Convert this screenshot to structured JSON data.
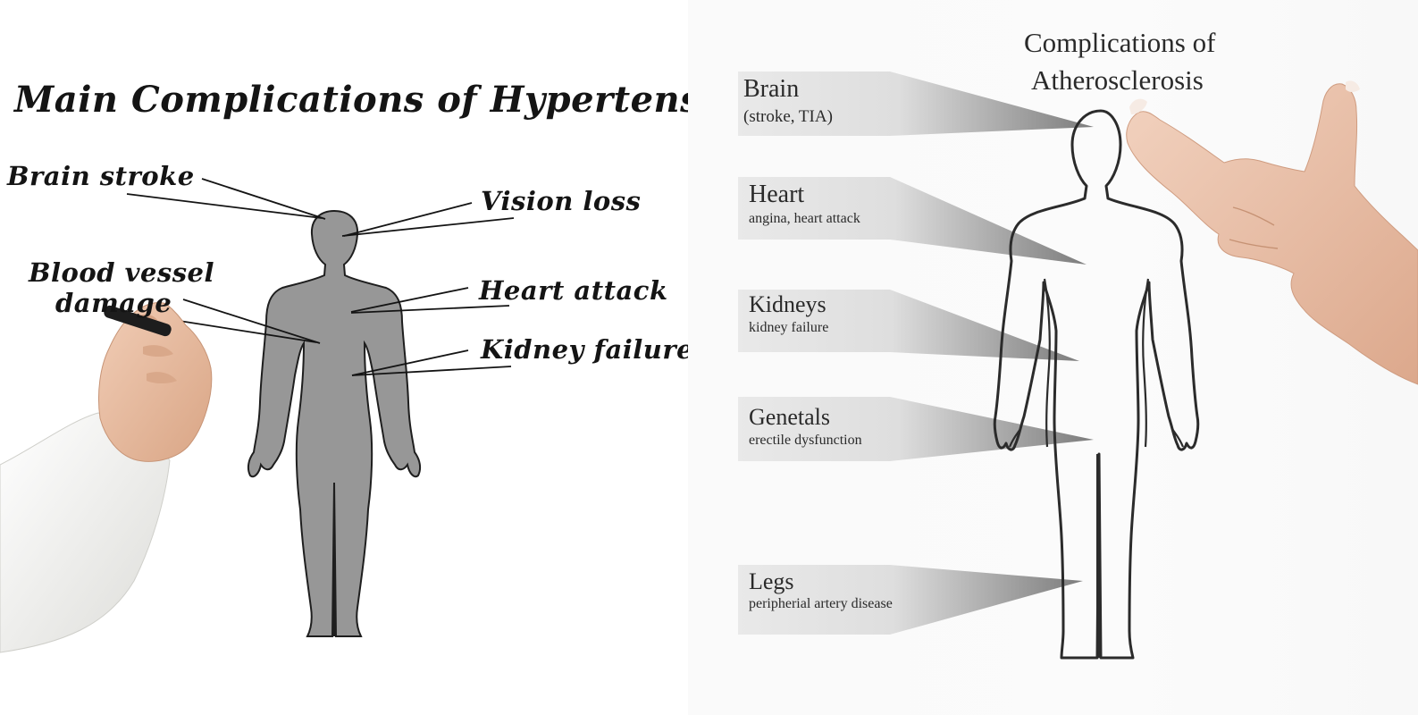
{
  "left": {
    "title": "Main Complications of  Hypertension",
    "labels": {
      "brain_stroke": "Brain stroke",
      "vision_loss": "Vision loss",
      "blood_vessel_line1": "Blood vessel",
      "blood_vessel_line2": "damage",
      "heart_attack": "Heart attack",
      "kidney_failure": "Kidney failure"
    }
  },
  "right": {
    "title_line1": "Complications of",
    "title_line2": "Atherosclerosis",
    "callouts": [
      {
        "heading": "Brain",
        "detail": "(stroke, TIA)"
      },
      {
        "heading": "Heart",
        "detail": "angina, heart attack"
      },
      {
        "heading": "Kidneys",
        "detail": "kidney failure"
      },
      {
        "heading": "Genetals",
        "detail": "erectile dysfunction"
      },
      {
        "heading": "Legs",
        "detail": "peripherial artery disease"
      }
    ]
  },
  "colors": {
    "silhouette_fill": "#979797",
    "outline_stroke": "#2b2b2b",
    "callout_light": "#e8e8e8",
    "callout_dark": "#7a7a7a",
    "ink": "#141414",
    "skin": "#e9bfa5"
  }
}
